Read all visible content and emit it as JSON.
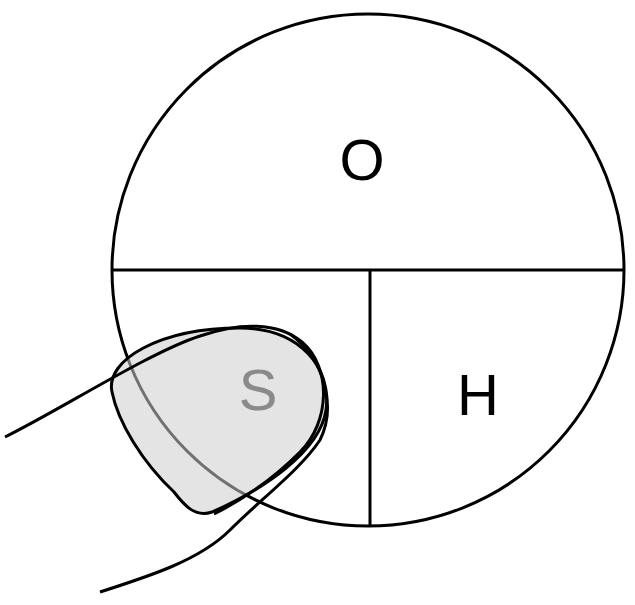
{
  "diagram": {
    "labels": [
      "O",
      "S",
      "H"
    ]
  }
}
